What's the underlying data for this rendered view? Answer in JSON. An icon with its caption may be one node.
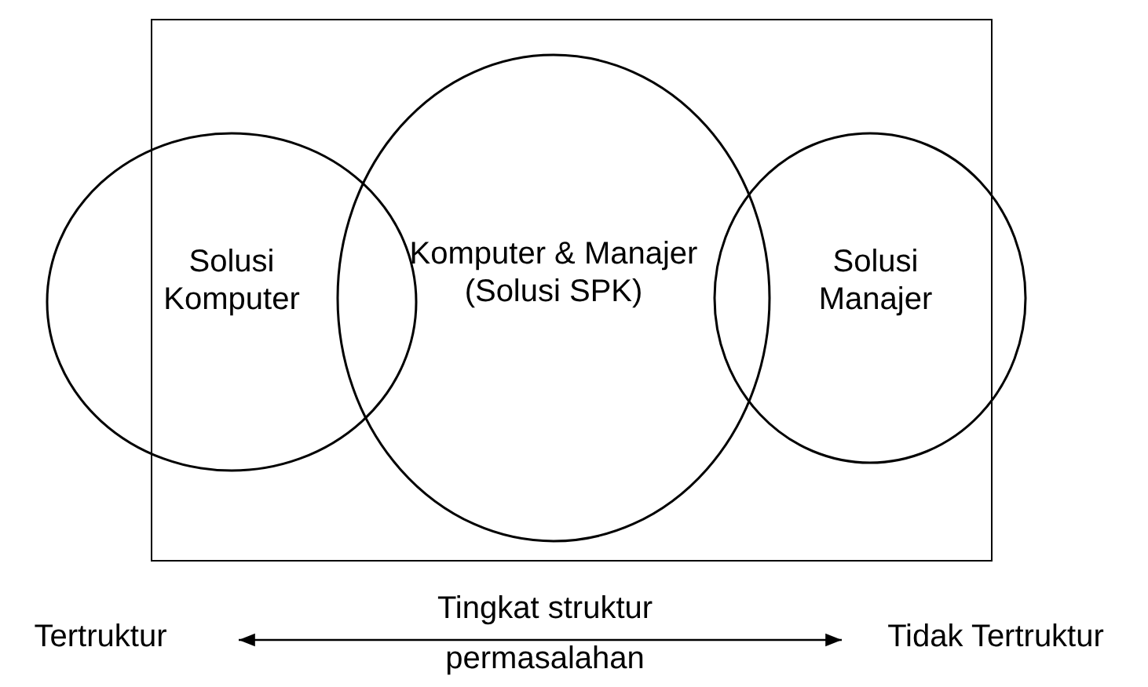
{
  "diagram": {
    "nodes": [
      {
        "text": [
          "Solusi Komputer"
        ]
      },
      {
        "text": [
          "Komputer & Manajer (Solusi SPK)"
        ]
      },
      {
        "text": [
          "Solusi Manajer"
        ]
      },
      {
        "text": [
          "Tertruktur"
        ]
      },
      {
        "text": [
          "Tidak Tertruktur"
        ]
      }
    ],
    "edges": [
      {
        "from": 3,
        "to": 4,
        "arrow": "both",
        "label": "Tingkat struktur permasalahan"
      }
    ]
  }
}
